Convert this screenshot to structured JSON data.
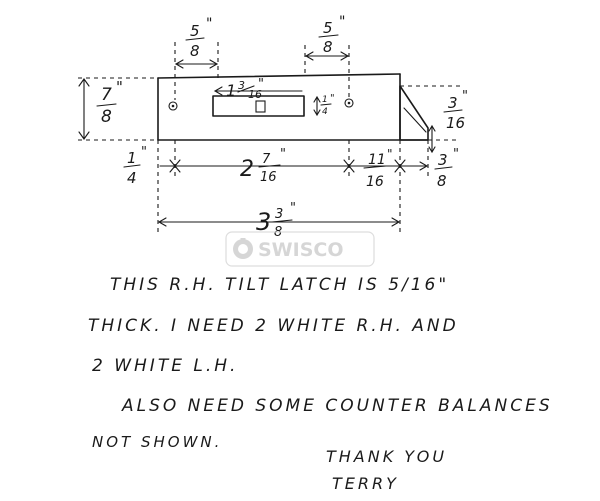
{
  "drawing": {
    "dim_top_left": {
      "num": "5",
      "den": "8",
      "mark": "\""
    },
    "dim_top_right": {
      "num": "5",
      "den": "8",
      "mark": "\""
    },
    "dim_height": {
      "num": "7",
      "den": "8",
      "mark": "\""
    },
    "dim_slot": {
      "whole": "1",
      "num": "3",
      "den": "16",
      "mark": "\""
    },
    "dim_slot_height": {
      "num": "1",
      "den": "4",
      "mark": "\""
    },
    "dim_latch": {
      "num": "3",
      "den": "16",
      "mark": "\""
    },
    "dim_bottom_1": {
      "num": "1",
      "den": "4",
      "mark": "\""
    },
    "dim_bottom_2": {
      "whole": "2",
      "num": "7",
      "den": "16",
      "mark": "\""
    },
    "dim_bottom_3": {
      "num": "11",
      "den": "16",
      "mark": "\""
    },
    "dim_bottom_4": {
      "num": "3",
      "den": "8",
      "mark": "\""
    },
    "dim_overall": {
      "whole": "3",
      "num": "3",
      "den": "8",
      "mark": "\""
    }
  },
  "watermark": {
    "text": "SWISCO",
    "color": "#cfcfcf"
  },
  "notes": {
    "line1": "THIS R.H. TILT LATCH IS 5/16\"",
    "line2": "THICK. I NEED 2 WHITE R.H. AND",
    "line3": "2 WHITE L.H.",
    "line4": "ALSO NEED SOME COUNTER BALANCES",
    "line5": "NOT SHOWN.",
    "signoff": "THANK YOU",
    "signature": "TERRY"
  }
}
